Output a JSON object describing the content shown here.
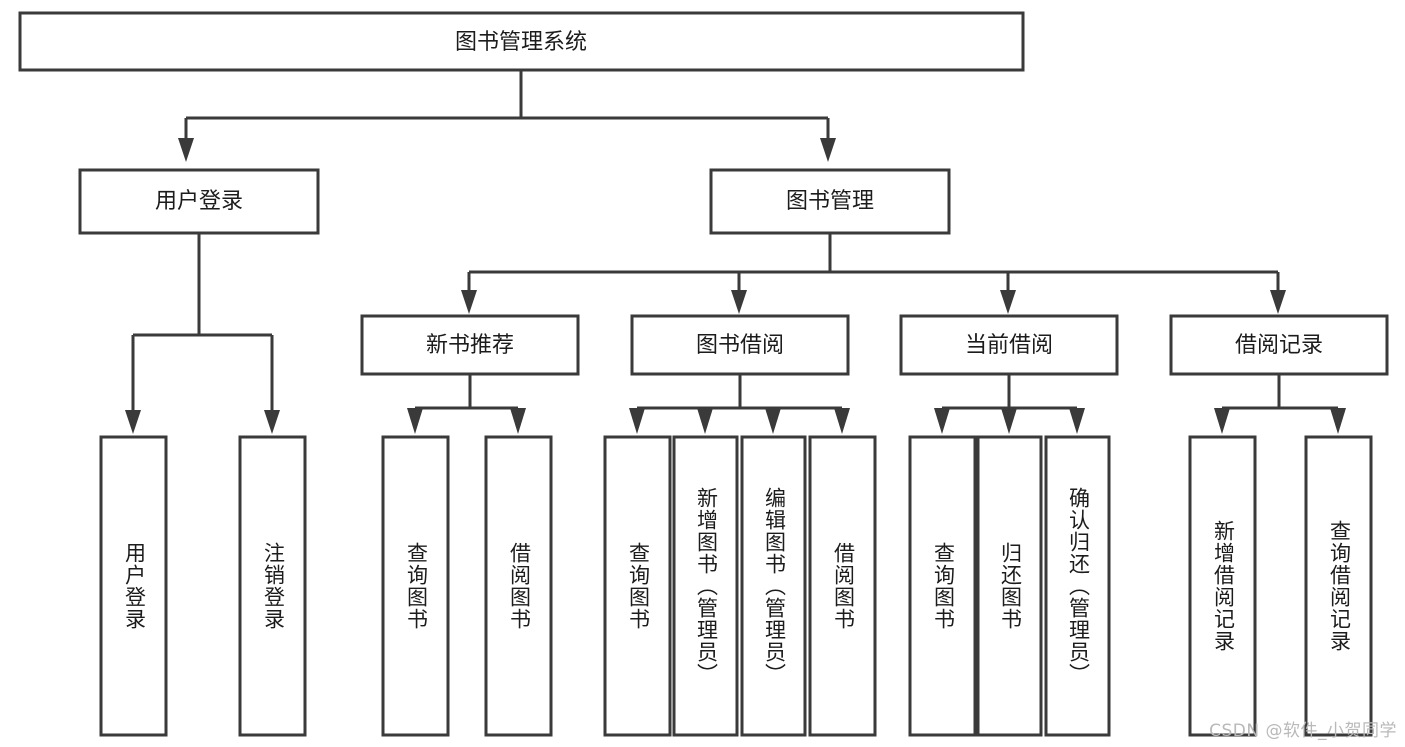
{
  "diagram": {
    "title": "图书管理系统",
    "watermark": "CSDN @软件_小贺同学",
    "colors": {
      "stroke": "#3a3a3a",
      "fill": "#ffffff",
      "text": "#1c1c1c",
      "watermark": "#b9b9b9"
    },
    "root": {
      "label": "图书管理系统"
    },
    "level1": [
      {
        "label": "用户登录"
      },
      {
        "label": "图书管理"
      }
    ],
    "level2": [
      {
        "label": "新书推荐"
      },
      {
        "label": "图书借阅"
      },
      {
        "label": "当前借阅"
      },
      {
        "label": "借阅记录"
      }
    ],
    "leaves": {
      "user_login": [
        {
          "label": "用户登录"
        },
        {
          "label": "注销登录"
        }
      ],
      "new_book_recommend": [
        {
          "label": "查询图书"
        },
        {
          "label": "借阅图书"
        }
      ],
      "book_borrow": [
        {
          "label": "查询图书"
        },
        {
          "label": "新增图书（管理员）"
        },
        {
          "label": "编辑图书（管理员）"
        },
        {
          "label": "借阅图书"
        }
      ],
      "current_borrow": [
        {
          "label": "查询图书"
        },
        {
          "label": "归还图书"
        },
        {
          "label": "确认归还（管理员）"
        }
      ],
      "borrow_record": [
        {
          "label": "新增借阅记录"
        },
        {
          "label": "查询借阅记录"
        }
      ]
    }
  }
}
